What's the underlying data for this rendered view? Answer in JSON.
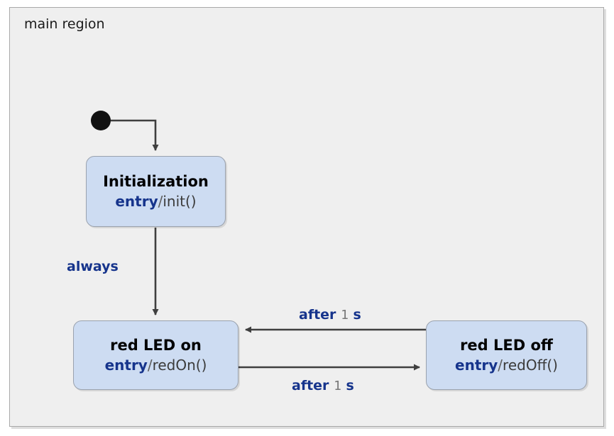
{
  "region": {
    "title": "main region",
    "background": "#efefef",
    "border_color": "#a9a9a9"
  },
  "colors": {
    "state_fill": "#cddcf2",
    "state_border": "#9aa2ae",
    "keyword_blue": "#16348c",
    "arrow_gray": "#3f3f3f",
    "initial_node": "#111111",
    "number_gray": "#777777"
  },
  "nodes": {
    "initial": {
      "type": "initial-node",
      "label": ""
    },
    "initialization": {
      "name": "Initialization",
      "action_keyword": "entry",
      "action_separator": "/",
      "action_body": "init()"
    },
    "red_led_on": {
      "name": "red LED on",
      "action_keyword": "entry",
      "action_separator": "/",
      "action_body": "redOn()"
    },
    "red_led_off": {
      "name": "red LED off",
      "action_keyword": "entry",
      "action_separator": "/",
      "action_body": "redOff()"
    }
  },
  "transitions": {
    "initial_to_initialization": {
      "label": ""
    },
    "initialization_to_red_on": {
      "keyword": "always",
      "value": "",
      "unit": ""
    },
    "red_off_to_red_on": {
      "keyword": "after",
      "value": "1",
      "unit": "s"
    },
    "red_on_to_red_off": {
      "keyword": "after",
      "value": "1",
      "unit": "s"
    }
  }
}
